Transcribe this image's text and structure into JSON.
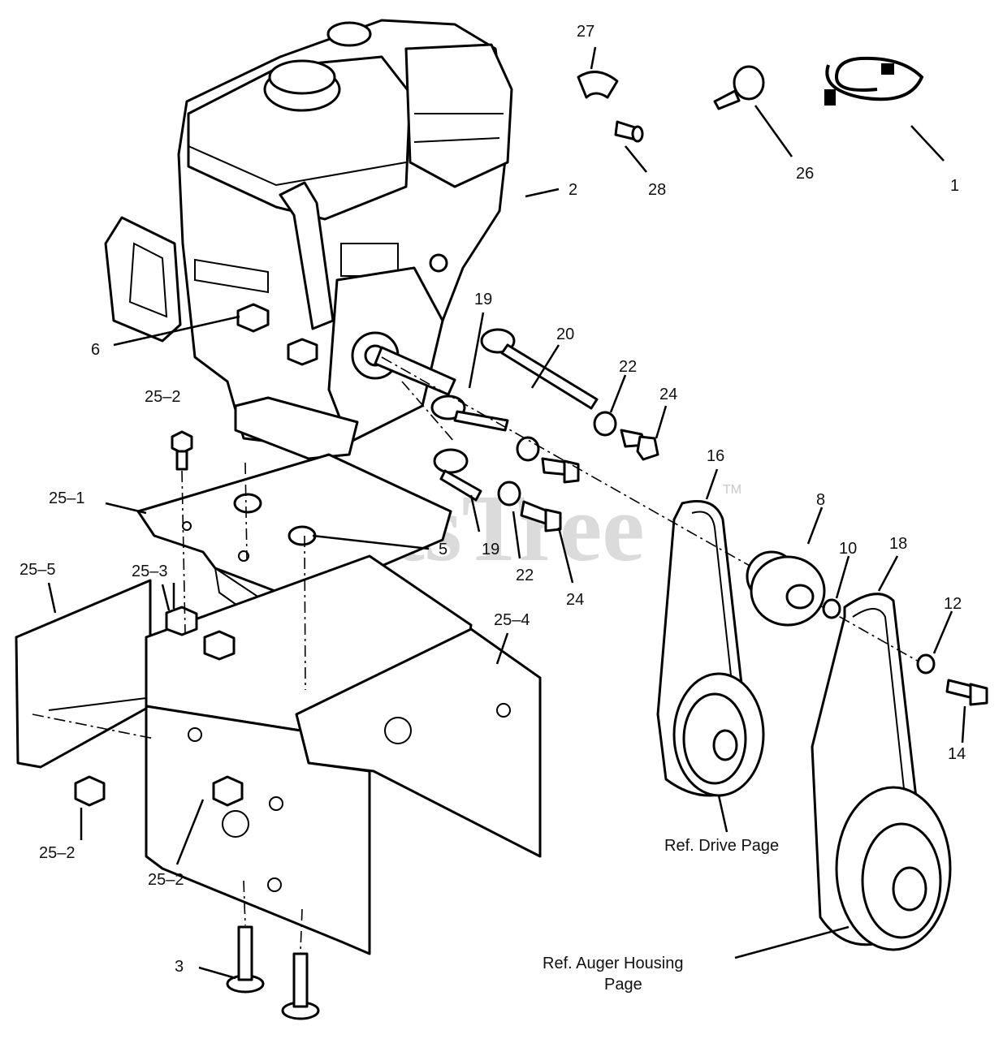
{
  "watermark": {
    "text": "PartsTree",
    "trademark": "TM"
  },
  "callouts": {
    "c1": "1",
    "c2": "2",
    "c3": "3",
    "c5": "5",
    "c6": "6",
    "c8": "8",
    "c10": "10",
    "c12": "12",
    "c14": "14",
    "c16": "16",
    "c18": "18",
    "c19a": "19",
    "c19b": "19",
    "c20": "20",
    "c22a": "22",
    "c22b": "22",
    "c24a": "24",
    "c24b": "24",
    "c25_1": "25–1",
    "c25_2a": "25–2",
    "c25_2b": "25–2",
    "c25_2c": "25–2",
    "c25_3": "25–3",
    "c25_4": "25–4",
    "c25_5": "25–5",
    "c26": "26",
    "c27": "27",
    "c28": "28"
  },
  "references": {
    "drive_page": "Ref. Drive Page",
    "auger_line1": "Ref. Auger Housing",
    "auger_line2": "Page"
  }
}
